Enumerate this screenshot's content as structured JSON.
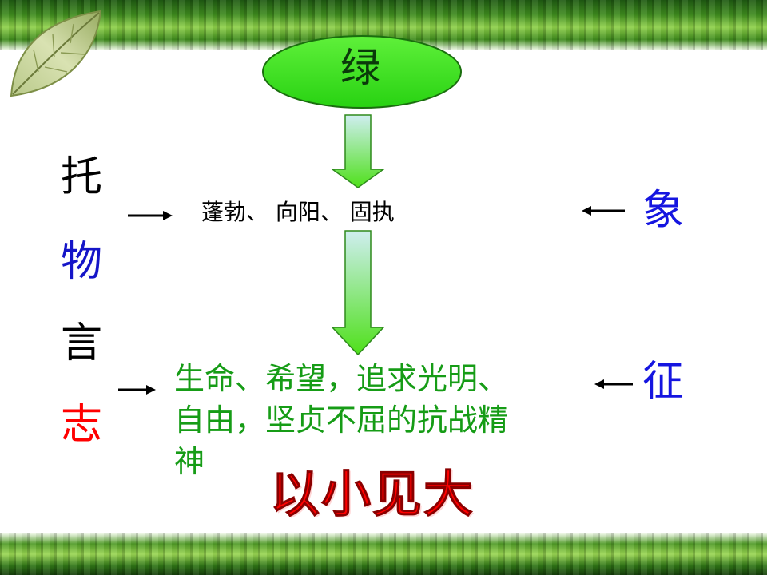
{
  "center_node": {
    "label": "绿",
    "fill": "#33e31a"
  },
  "middle_text": "蓬勃、 向阳、 固执",
  "left_column": [
    {
      "char": "托",
      "color": "#000000"
    },
    {
      "char": "物",
      "color": "#1515c8"
    },
    {
      "char": "言",
      "color": "#000000"
    },
    {
      "char": "志",
      "color": "#ff0000"
    }
  ],
  "right_column": [
    {
      "char": "象",
      "color": "#1515e0"
    },
    {
      "char": "征",
      "color": "#1515e0"
    }
  ],
  "meaning_lines": [
    "生命、希望，追求光明、",
    "自由，坚贞不屈的抗战精",
    "神"
  ],
  "summary_title": "以小见大",
  "colors": {
    "arrow_fill_top": "#cfeef0",
    "arrow_fill_bottom": "#4fe01a",
    "meaning_text": "#169c16"
  }
}
